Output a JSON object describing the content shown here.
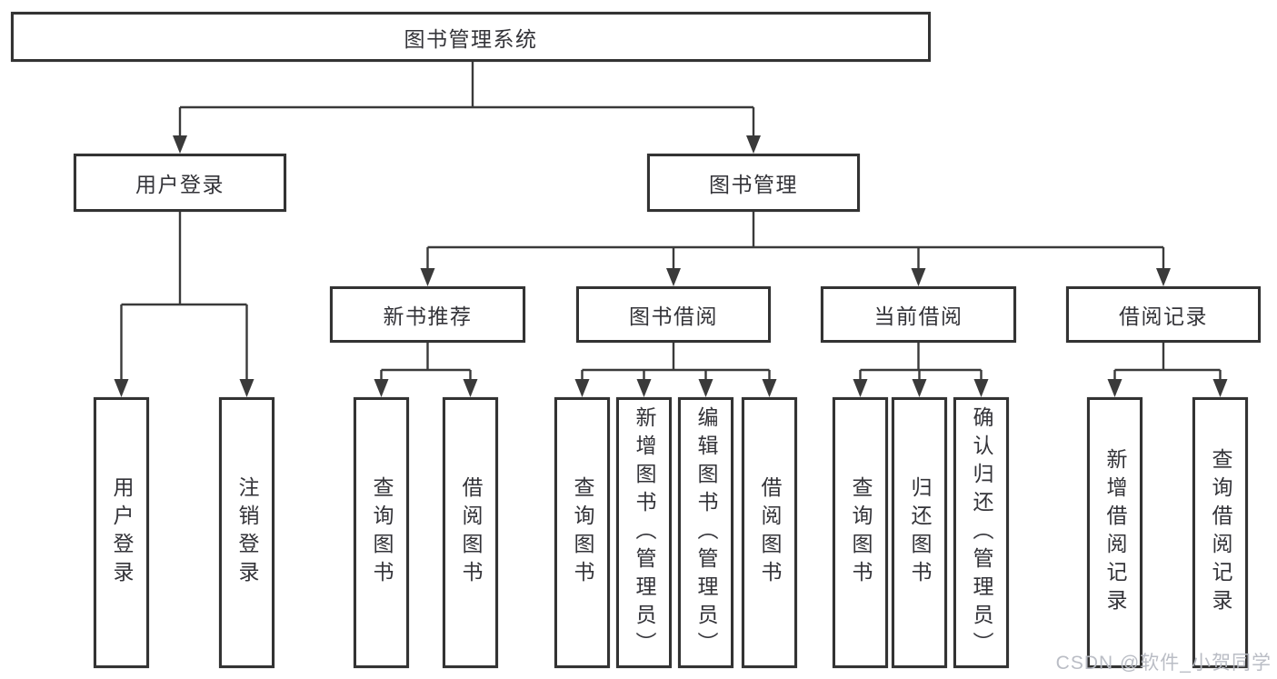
{
  "colors": {
    "line": "#3a3a3a",
    "border": "#333333",
    "text": "#333338",
    "watermark": "#b7bac2",
    "bg": "#ffffff"
  },
  "tree": {
    "root": {
      "label": "图书管理系统"
    },
    "branches": [
      {
        "label": "用户登录",
        "children": [
          {
            "label": "用户登录"
          },
          {
            "label": "注销登录"
          }
        ]
      },
      {
        "label": "图书管理",
        "sections": [
          {
            "label": "新书推荐",
            "children": [
              {
                "label": "查询图书"
              },
              {
                "label": "借阅图书"
              }
            ]
          },
          {
            "label": "图书借阅",
            "children": [
              {
                "label": "查询图书"
              },
              {
                "label": "新增图书（管理员）"
              },
              {
                "label": "编辑图书（管理员）"
              },
              {
                "label": "借阅图书"
              }
            ]
          },
          {
            "label": "当前借阅",
            "children": [
              {
                "label": "查询图书"
              },
              {
                "label": "归还图书"
              },
              {
                "label": "确认归还（管理员）"
              }
            ]
          },
          {
            "label": "借阅记录",
            "children": [
              {
                "label": "新增借阅记录"
              },
              {
                "label": "查询借阅记录"
              }
            ]
          }
        ]
      }
    ],
    "watermark": "CSDN @软件_小贺同学"
  }
}
